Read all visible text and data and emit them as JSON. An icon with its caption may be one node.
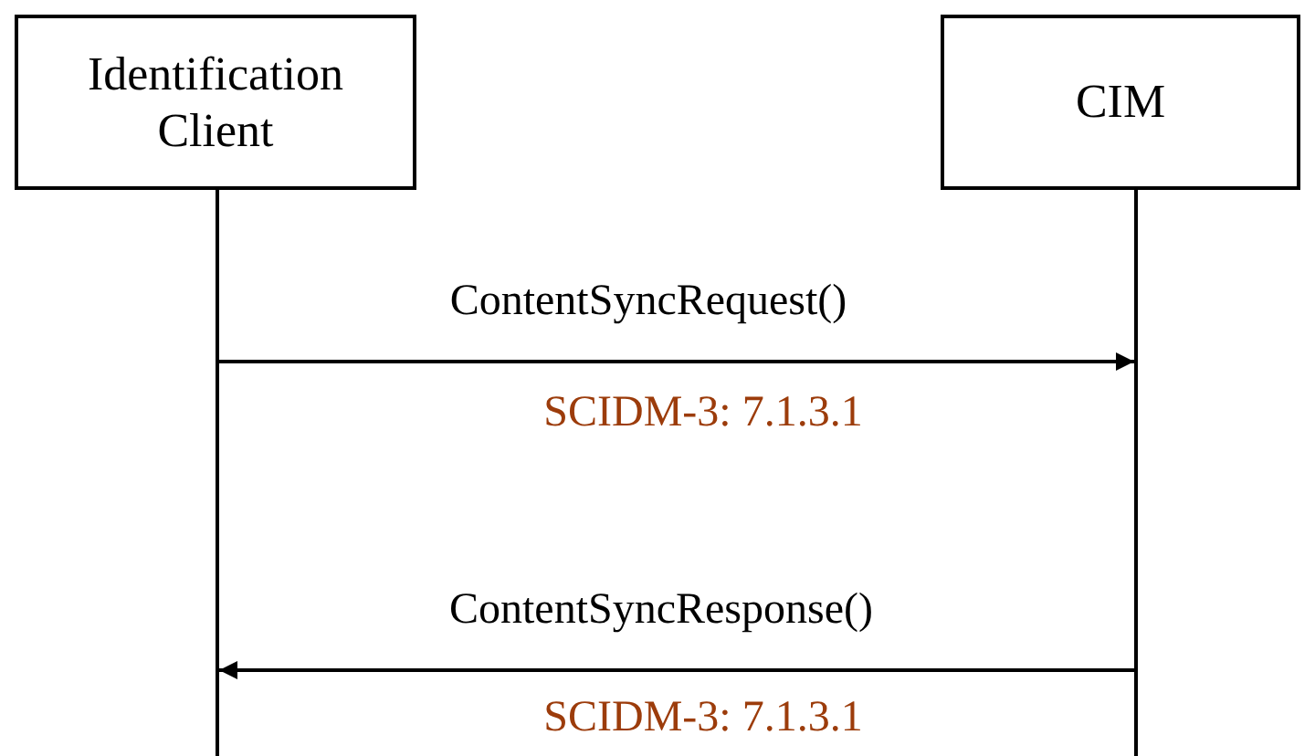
{
  "diagram": {
    "nodes": [
      {
        "text": [
          "Identification Client"
        ]
      },
      {
        "text": [
          "CIM"
        ]
      },
      {
        "text": [],
        "shape": "bar"
      },
      {
        "text": [],
        "shape": "bar"
      }
    ],
    "edges": [
      {
        "from": 2,
        "to": 3,
        "arrow": "to",
        "label": "ContentSyncRequest()"
      },
      {
        "from": 3,
        "to": 2,
        "arrow": "to",
        "label": "ContentSyncResponse()"
      }
    ],
    "labels": [
      "SCIDM-3: 7.1.3.1",
      "SCIDM-3: 7.1.3.1"
    ]
  }
}
